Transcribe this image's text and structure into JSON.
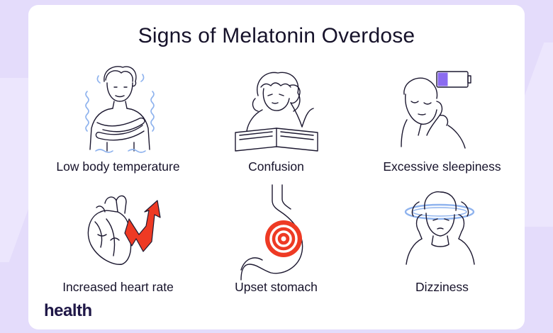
{
  "title": "Signs of Melatonin Overdose",
  "symptoms": [
    {
      "label": "Low body temperature",
      "icon": "shivering-person-icon"
    },
    {
      "label": "Confusion",
      "icon": "confused-reader-icon"
    },
    {
      "label": "Excessive sleepiness",
      "icon": "sleepy-person-low-battery-icon"
    },
    {
      "label": "Increased heart rate",
      "icon": "heart-rising-arrow-icon"
    },
    {
      "label": "Upset stomach",
      "icon": "stomach-target-icon"
    },
    {
      "label": "Dizziness",
      "icon": "dizzy-person-icon"
    }
  ],
  "brand": {
    "logo_text": "health"
  },
  "colors": {
    "background": "#e4dcfb",
    "card": "#ffffff",
    "accent_red": "#ee3a24",
    "accent_purple": "#8b6cf0",
    "accent_blue": "#8fb3ee",
    "text": "#16122a",
    "logo": "#1f1747"
  }
}
